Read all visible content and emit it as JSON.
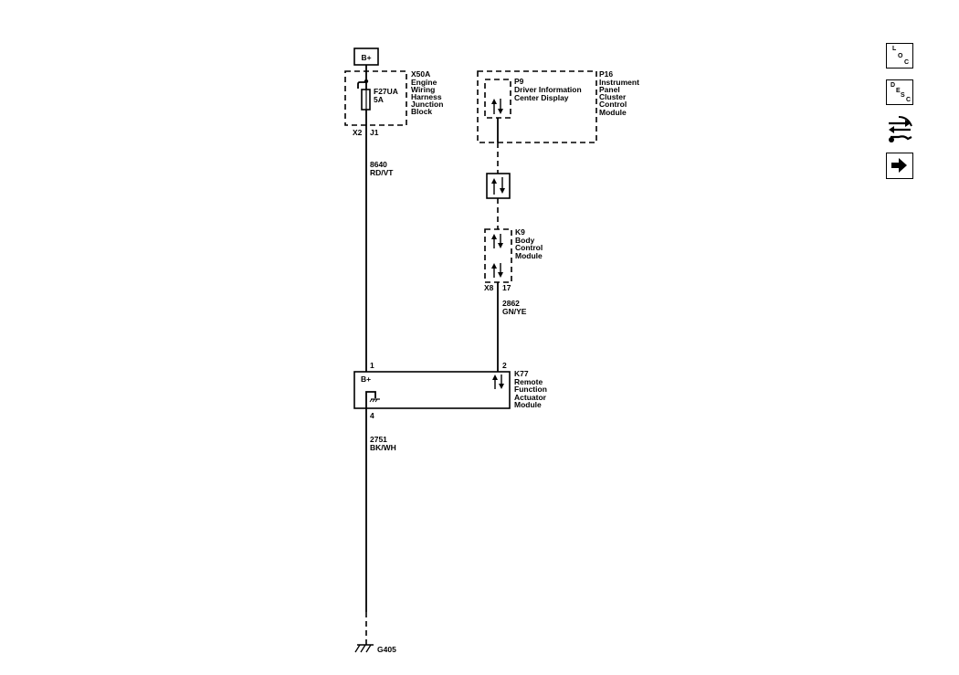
{
  "battery": {
    "label": "B+"
  },
  "x50a": {
    "id": "X50A",
    "name_lines": [
      "Engine",
      "Wiring",
      "Harness",
      "Junction",
      "Block"
    ],
    "connector": "X2",
    "pin": "J1"
  },
  "fuse": {
    "id": "F27UA",
    "rating": "5A"
  },
  "wire_8640": {
    "number": "8640",
    "color": "RD/VT"
  },
  "p16": {
    "id": "P16",
    "name_lines": [
      "Instrument",
      "Panel",
      "Cluster",
      "Control",
      "Module"
    ]
  },
  "p9": {
    "id": "P9",
    "name_lines": [
      "Driver Information",
      "Center Display"
    ]
  },
  "k9": {
    "id": "K9",
    "name_lines": [
      "Body",
      "Control",
      "Module"
    ],
    "connector": "X8",
    "pin": "17"
  },
  "wire_2862": {
    "number": "2862",
    "color": "GN/YE"
  },
  "k77": {
    "id": "K77",
    "name_lines": [
      "Remote",
      "Function",
      "Actuator",
      "Module"
    ],
    "pin_power": "1",
    "pin_data": "2",
    "pin_ground": "4",
    "internal_label": "B+"
  },
  "wire_2751": {
    "number": "2751",
    "color": "BK/WH"
  },
  "ground": {
    "id": "G405"
  },
  "nav": {
    "loc_letters": [
      "L",
      "O",
      "C"
    ],
    "desc_letters": [
      "D",
      "E",
      "S",
      "C"
    ]
  }
}
